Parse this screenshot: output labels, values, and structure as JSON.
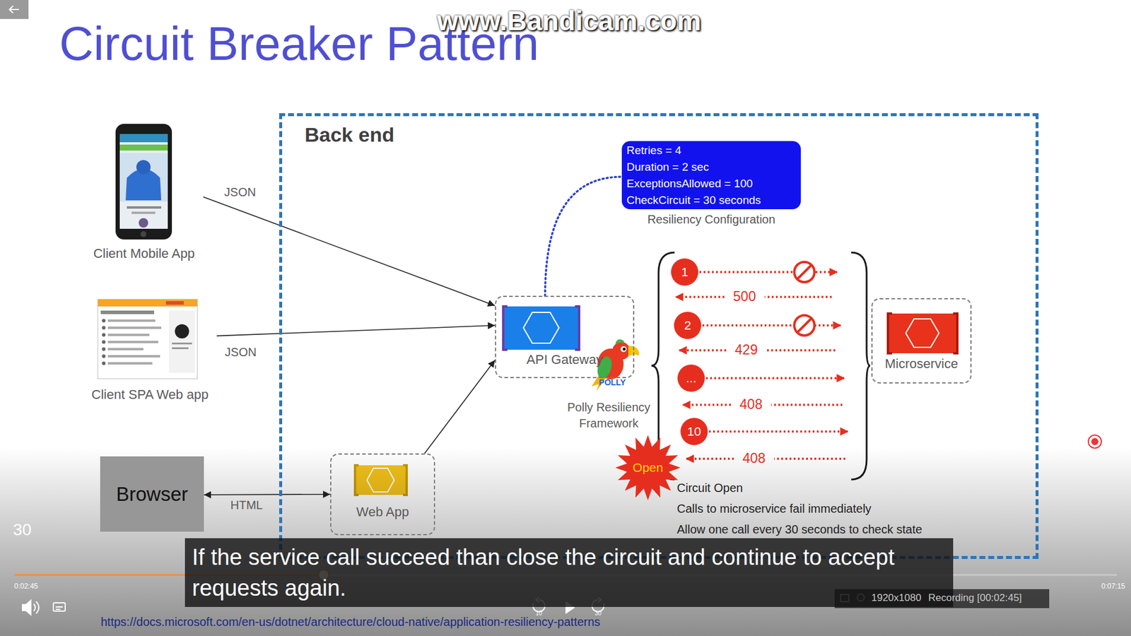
{
  "diagram": {
    "title": "Circuit Breaker Pattern",
    "nodes": [
      {
        "text": [
          "Client Mobile App"
        ]
      },
      {
        "text": [
          "Client SPA Web app"
        ]
      },
      {
        "text": [
          "Browser"
        ]
      },
      {
        "text": [
          "Back end"
        ]
      },
      {
        "text": [
          "API Gateway"
        ],
        "in": 3
      },
      {
        "text": [
          "Retries = 4",
          "Duration = 2 sec",
          "ExceptionsAllowed = 100",
          "CheckCircuit = 30 seconds",
          "Resiliency Configuration"
        ],
        "in": 3
      },
      {
        "text": [
          "Web App"
        ],
        "in": 3
      },
      {
        "text": [
          "1"
        ],
        "in": 3
      },
      {
        "text": [
          "2"
        ],
        "in": 3
      },
      {
        "text": [
          "..."
        ],
        "in": 3
      },
      {
        "text": [
          "10"
        ],
        "in": 3
      },
      {
        "text": [
          "Open"
        ],
        "in": 3
      },
      {
        "text": [
          "Microservice"
        ],
        "in": 3
      }
    ],
    "edges": [
      {
        "from": 0,
        "to": 4,
        "label": "JSON",
        "arrow": "to"
      },
      {
        "from": 1,
        "to": 4,
        "label": "JSON",
        "arrow": "to"
      },
      {
        "from": 2,
        "to": 6,
        "label": "HTML",
        "arrow": "both"
      },
      {
        "from": 6,
        "to": 4,
        "arrow": "to"
      },
      {
        "from": 4,
        "to": 5,
        "arrow": "none"
      }
    ],
    "labels": [
      "www.Bandicam.com",
      "POLLY",
      "Polly Resiliency Framework",
      "500",
      "429",
      "408",
      "408",
      "Circuit Open",
      "Calls to microservice fail immediately",
      "Allow one call every 30 seconds to check state",
      "30",
      "If the service call succeed than close the circuit and continue to accept requests again.",
      "0:02:45",
      "0:07:15",
      "10",
      "30",
      "1920x1080",
      "Recording [00:02:45]",
      "https://docs.microsoft.com/en-us/dotnet/architecture/cloud-native/application-resiliency-patterns"
    ]
  }
}
